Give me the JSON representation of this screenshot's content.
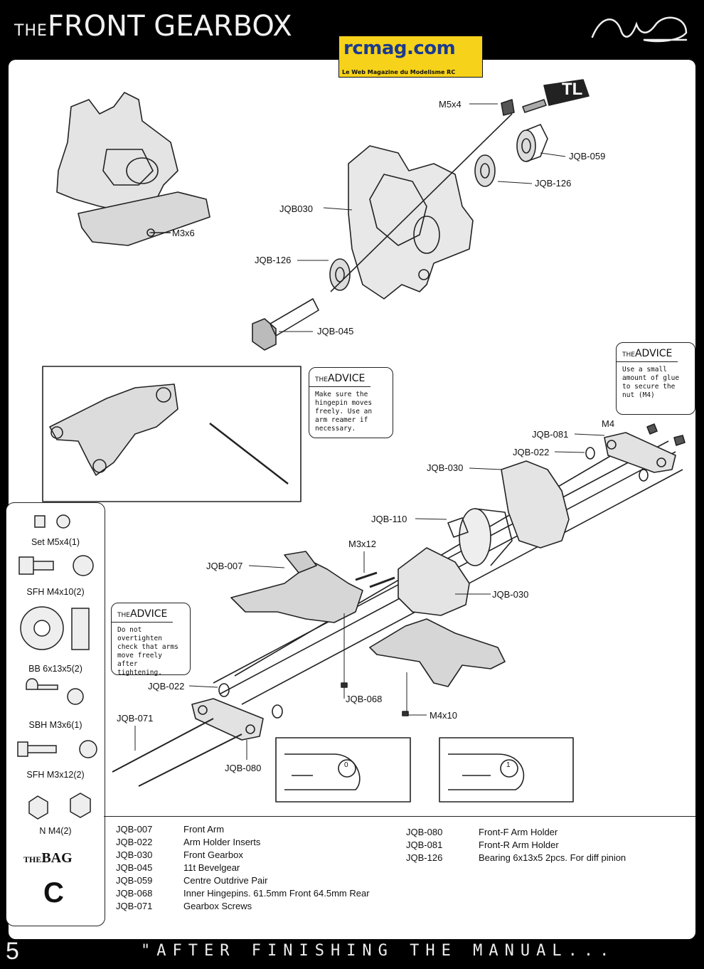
{
  "header": {
    "title_prefix": "THE",
    "title": "FRONT GEARBOX",
    "site_logo": "rcmag.com",
    "site_tagline": "Le Web Magazine du Modelisme RC"
  },
  "callouts": {
    "m3x6_top": "M3x6",
    "m5x4": "M5x4",
    "tl": "TL",
    "jqb059": "JQB-059",
    "jqb126_right": "JQB-126",
    "jqb030_top": "JQB030",
    "jqb126_left": "JQB-126",
    "jqb045": "JQB-045",
    "m4": "M4",
    "jqb081": "JQB-081",
    "jqb022_right": "JQB-022",
    "jqb030_mid": "JQB-030",
    "jqb110": "JQB-110",
    "m3x12": "M3x12",
    "jqb007": "JQB-007",
    "jqb030_low": "JQB-030",
    "jqb022_left": "JQB-022",
    "jqb068": "JQB-068",
    "m4x10": "M4x10",
    "jqb071": "JQB-071",
    "jqb080": "JQB-080",
    "pos0": "0",
    "pos1": "1"
  },
  "advice": [
    {
      "prefix": "THE",
      "heading": "ADVICE",
      "text": "Make sure the hingepin moves freely. Use an arm reamer if necessary."
    },
    {
      "prefix": "THE",
      "heading": "ADVICE",
      "text": "Use a small amount of glue to secure the nut (M4)"
    },
    {
      "prefix": "THE",
      "heading": "ADVICE",
      "text": "Do not overtighten check that arms move freely after tightening."
    }
  ],
  "bag": {
    "items": [
      "Set  M5x4(1)",
      "SFH  M4x10(2)",
      "BB 6x13x5(2)",
      "SBH M3x6(1)",
      "SFH  M3x12(2)",
      "N M4(2)"
    ],
    "label_prefix": "THE",
    "label": "BAG",
    "letter": "C"
  },
  "parts_list": [
    {
      "code": "JQB-007",
      "name": "Front Arm"
    },
    {
      "code": "JQB-022",
      "name": "Arm Holder Inserts"
    },
    {
      "code": "JQB-030",
      "name": "Front Gearbox"
    },
    {
      "code": "JQB-045",
      "name": "11t Bevelgear"
    },
    {
      "code": "JQB-059",
      "name": "Centre Outdrive Pair"
    },
    {
      "code": "JQB-068",
      "name": "Inner Hingepins. 61.5mm Front 64.5mm Rear"
    },
    {
      "code": "JQB-071",
      "name": "Gearbox Screws"
    },
    {
      "code": "JQB-080",
      "name": "Front-F Arm Holder"
    },
    {
      "code": "JQB-081",
      "name": "Front-R Arm Holder"
    },
    {
      "code": "JQB-126",
      "name": "Bearing 6x13x5 2pcs. For diff pinion"
    }
  ],
  "footer": {
    "page_number": "5",
    "quote": "\"AFTER FINISHING THE MANUAL..."
  }
}
